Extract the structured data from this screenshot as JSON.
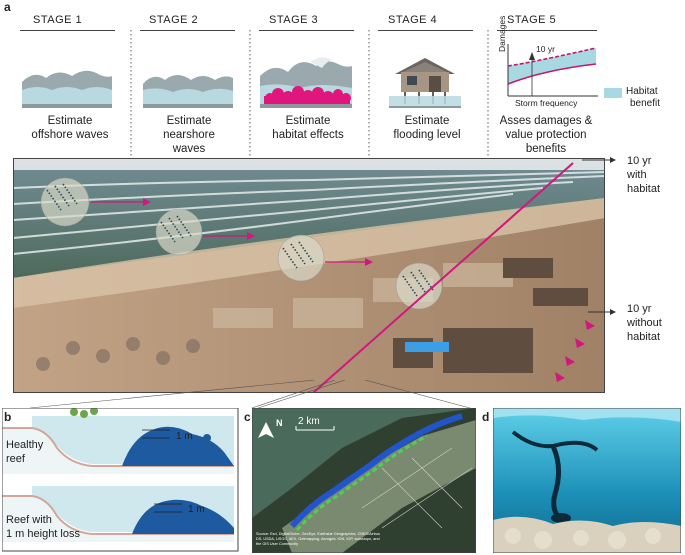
{
  "panel_a": {
    "letter": "a",
    "stages": [
      {
        "title": "STAGE 1",
        "desc": [
          "Estimate",
          "offshore waves"
        ]
      },
      {
        "title": "STAGE 2",
        "desc": [
          "Estimate",
          "nearshore",
          "waves"
        ]
      },
      {
        "title": "STAGE 3",
        "desc": [
          "Estimate",
          "habitat effects"
        ]
      },
      {
        "title": "STAGE 4",
        "desc": [
          "Estimate",
          "flooding level"
        ]
      },
      {
        "title": "STAGE 5",
        "desc": [
          "Asses damages &",
          "value protection",
          "benefits"
        ]
      }
    ],
    "damage_curve": {
      "ylabel": "Damages",
      "xlabel": "Storm frequency",
      "marker_label": "10 yr",
      "legend_label": [
        "Habitat",
        "benefit"
      ],
      "colors": {
        "with_habitat": "#c0186b",
        "benefit_fill": "#a8d8e2"
      }
    },
    "with_habitat_label": [
      "10 yr",
      "with",
      "habitat"
    ],
    "without_habitat_label": [
      "10 yr",
      "without",
      "habitat"
    ]
  },
  "panel_b": {
    "letter": "b",
    "healthy_label": [
      "Healthy",
      "reef"
    ],
    "loss_label": [
      "Reef with",
      "1 m height loss"
    ],
    "scale_label": "1 m"
  },
  "panel_c": {
    "letter": "c",
    "north_label": "N",
    "scale_label": "2 km",
    "credits": [
      "Source: Esri, DigitalGlobe, GeoEye, Earthstar Geographics, CNES/Airbus",
      "DS, USDA, USGS, AEX, Getmapping, Aerogrid, IGN, IGP, swisstopo, and",
      "the GIS User Community"
    ]
  },
  "panel_d": {
    "letter": "d"
  }
}
